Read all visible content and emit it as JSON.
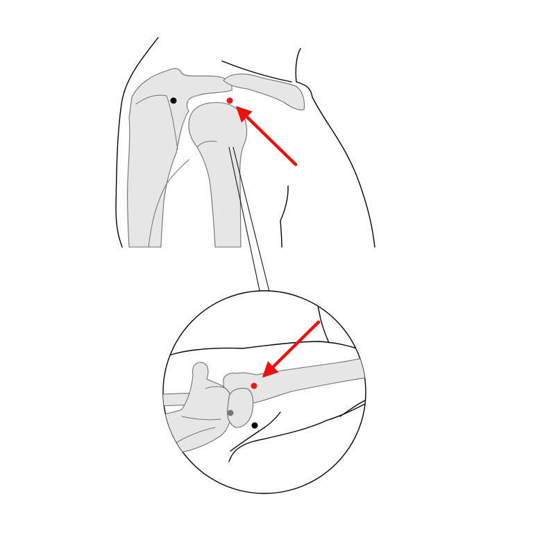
{
  "colors": {
    "background": "#ffffff",
    "outline": "#000000",
    "bone_fill": "#e6e6e6",
    "bone_stroke": "#6e6e6e",
    "marker_red": "#e8191c",
    "arrow_red": "#ee1010",
    "dot_black": "#000000",
    "dot_gray": "#777777"
  },
  "figures": {
    "main_view": {
      "description_icon": "shoulder-bones-front-view",
      "markers": [
        "black-dot-scapula",
        "red-dot-acromion"
      ],
      "arrow": "red-pointer-arrow"
    },
    "detail_view": {
      "description_icon": "shoulder-bones-magnified-circle",
      "markers": [
        "red-dot-acromion",
        "gray-dot",
        "black-dot"
      ],
      "arrow": "red-pointer-arrow"
    }
  }
}
